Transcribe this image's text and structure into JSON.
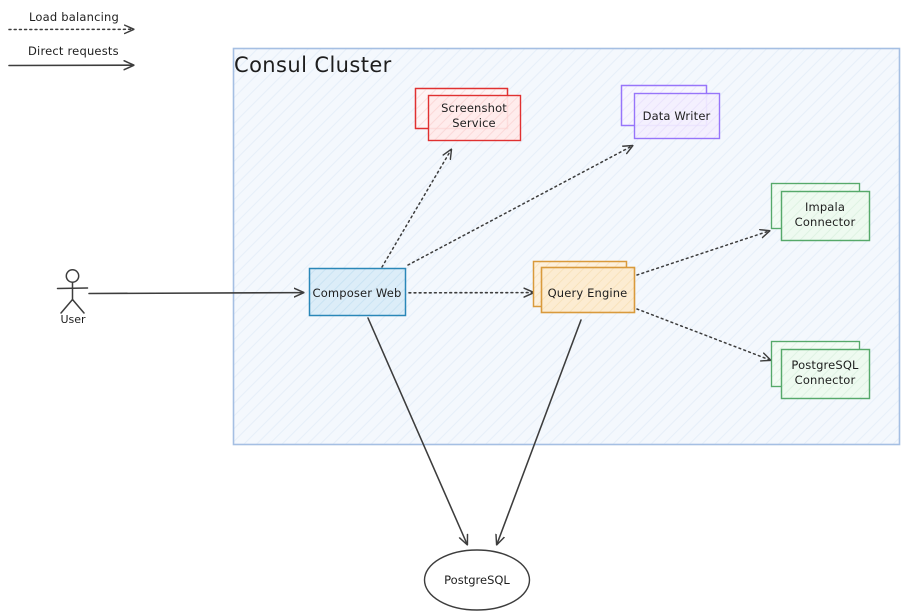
{
  "diagram": {
    "title": "Consul Cluster",
    "legend": [
      {
        "label": "Load balancing",
        "style": "dotted"
      },
      {
        "label": "Direct requests",
        "style": "solid"
      }
    ],
    "actor": {
      "label": "User",
      "icon": "stick-figure-actor-icon"
    },
    "cluster": {
      "label": "Consul Cluster"
    },
    "nodes": [
      {
        "id": "screenshot-service",
        "label": "Screenshot\nService",
        "line1": "Screenshot",
        "line2": "Service",
        "color": "#e03131",
        "fill": "#ffe9e9",
        "stacked": true
      },
      {
        "id": "data-writer",
        "label": "Data Writer",
        "line1": "Data Writer",
        "line2": "",
        "color": "#9775fa",
        "fill": "#f3f0ff",
        "stacked": true
      },
      {
        "id": "composer-web",
        "label": "Composer Web",
        "line1": "Composer Web",
        "line2": "",
        "color": "#1971c2",
        "fill": "#d8ecf8",
        "stacked": false
      },
      {
        "id": "query-engine",
        "label": "Query Engine",
        "line1": "Query Engine",
        "line2": "",
        "color": "#e8a33d",
        "fill": "#fcecd2",
        "stacked": true
      },
      {
        "id": "impala-connector",
        "label": "Impala\nConnector",
        "line1": "Impala",
        "line2": "Connector",
        "color": "#56a96a",
        "fill": "#eefaf0",
        "stacked": true
      },
      {
        "id": "postgresql-connector",
        "label": "PostgreSQL\nConnector",
        "line1": "PostgreSQL",
        "line2": "Connector",
        "color": "#56a96a",
        "fill": "#eefaf0",
        "stacked": true
      }
    ],
    "database": {
      "id": "postgresql",
      "label": "PostgreSQL",
      "shape": "ellipse"
    },
    "edges": [
      {
        "from": "user",
        "to": "composer-web",
        "style": "solid"
      },
      {
        "from": "composer-web",
        "to": "screenshot-service",
        "style": "dotted"
      },
      {
        "from": "composer-web",
        "to": "data-writer",
        "style": "dotted"
      },
      {
        "from": "composer-web",
        "to": "query-engine",
        "style": "dotted"
      },
      {
        "from": "composer-web",
        "to": "postgresql",
        "style": "solid"
      },
      {
        "from": "query-engine",
        "to": "impala-connector",
        "style": "dotted"
      },
      {
        "from": "query-engine",
        "to": "postgresql-connector",
        "style": "dotted"
      },
      {
        "from": "query-engine",
        "to": "postgresql",
        "style": "solid"
      }
    ],
    "colors": {
      "cluster_border": "#a5bfe3",
      "cluster_fill": "#f4f8fd",
      "stroke": "#3d3d3d",
      "text": "#1e1e1e"
    }
  }
}
